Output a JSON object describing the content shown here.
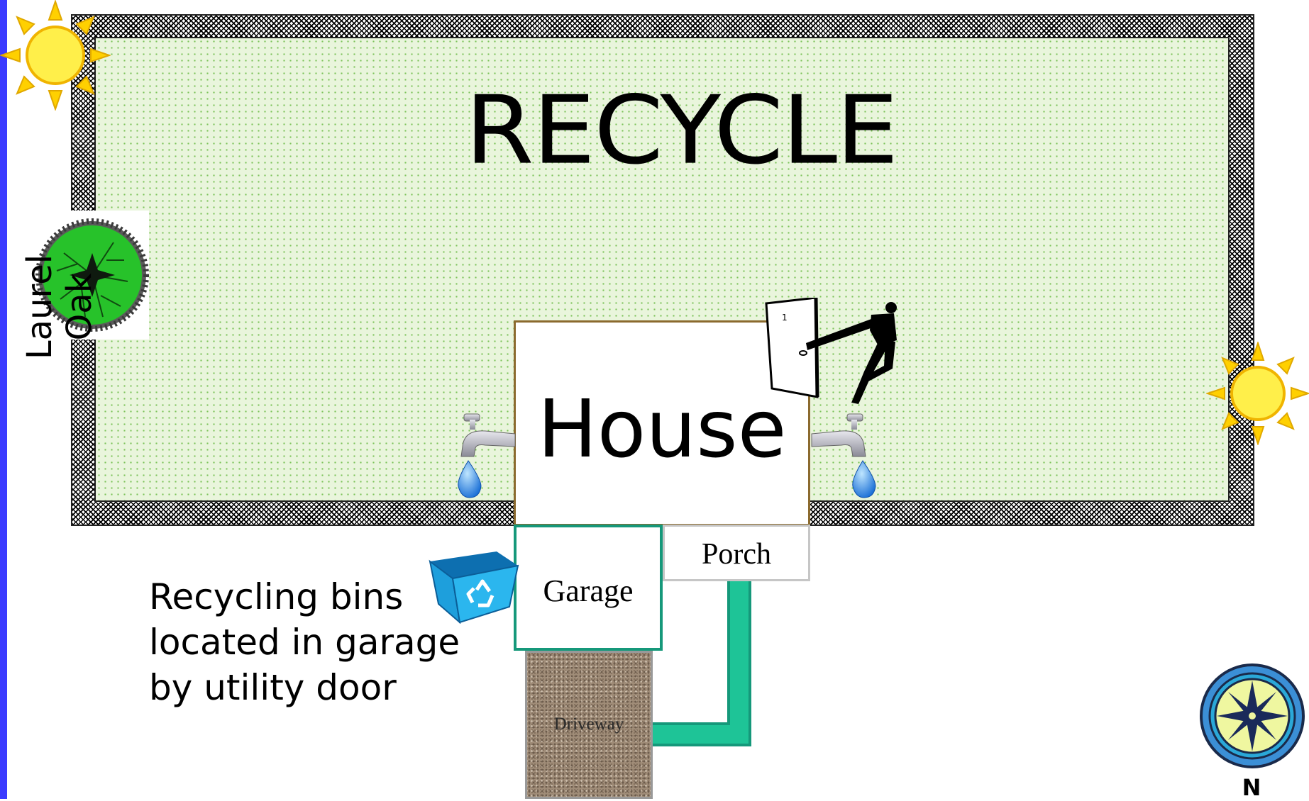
{
  "map": {
    "title": "RECYCLE",
    "house_label": "House",
    "garage_label": "Garage",
    "porch_label": "Porch",
    "driveway_label": "Driveway",
    "tree_label": "Laurel Oak",
    "recycle_note": [
      "Recycling bins",
      "located in garage",
      "by utility door"
    ],
    "compass_north": "N"
  },
  "icons": {
    "sun_top_left": "sun-icon",
    "sun_right": "sun-icon",
    "tree": "tree-icon",
    "door_person": "person-opening-door-icon",
    "faucet_left": "faucet-icon",
    "faucet_right": "faucet-icon",
    "recycle_bin": "recycle-bin-icon",
    "compass": "compass-rose-icon"
  },
  "colors": {
    "lawn": "#e9f5dc",
    "lawn_dots": "#7cc35a",
    "house_border": "#8b6a2e",
    "garage_border": "#15987a",
    "walkway": "#1ec497",
    "left_bar": "#3b3bff",
    "sun": "#ffe600",
    "recycle_bin": "#1e9fdc"
  }
}
